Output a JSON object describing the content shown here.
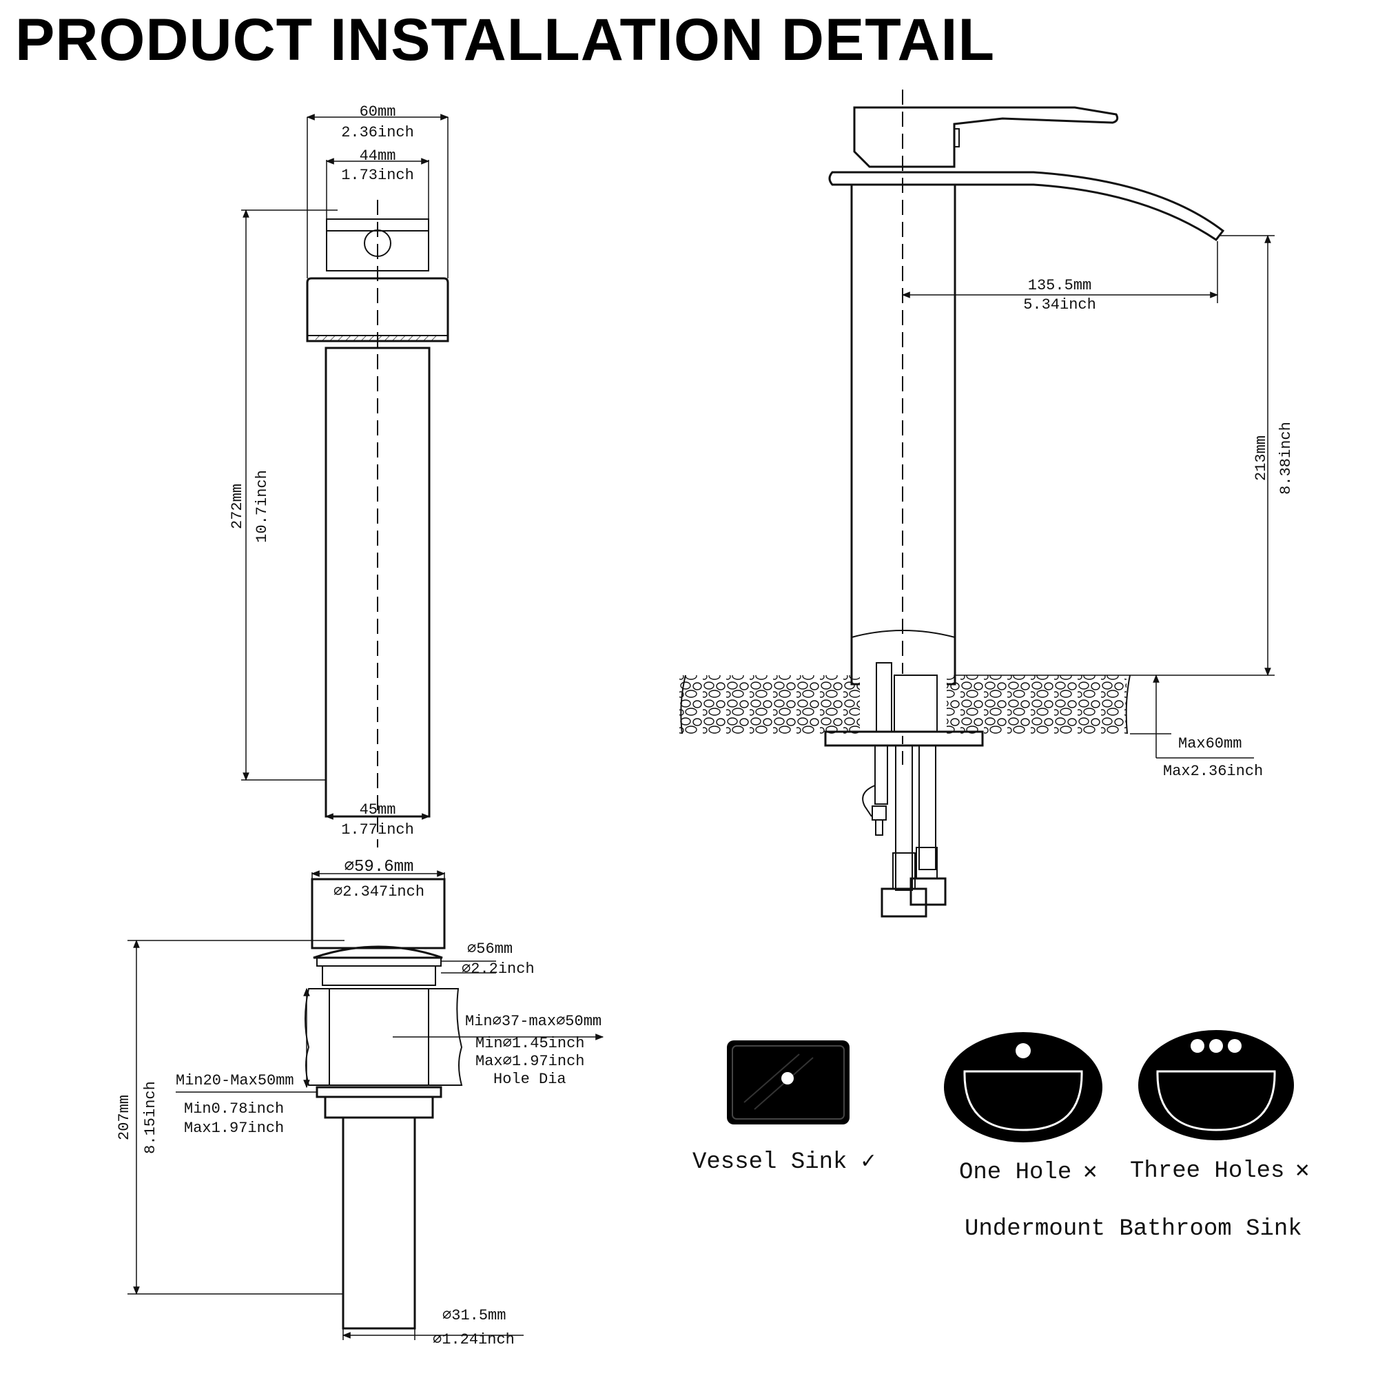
{
  "title": "PRODUCT INSTALLATION DETAIL",
  "handle_view": {
    "top_width_mm": "60mm",
    "top_width_in": "2.36inch",
    "inner_width_mm": "44mm",
    "inner_width_in": "1.73inch",
    "height_mm": "272mm",
    "height_in": "10.7inch",
    "base_width_mm": "45mm",
    "base_width_in": "1.77inch"
  },
  "drain_view": {
    "cap_dia_mm": "⌀59.6mm",
    "cap_dia_in": "⌀2.347inch",
    "flange_dia_mm": "⌀56mm",
    "flange_dia_in": "⌀2.2inch",
    "hole_mm": "Min⌀37-max⌀50mm",
    "hole_min_in": "Min⌀1.45inch",
    "hole_max_in": "Max⌀1.97inch",
    "hole_label": "Hole Dia",
    "thick_mm": "Min20-Max50mm",
    "thick_min_in": "Min0.78inch",
    "thick_max_in": "Max1.97inch",
    "height_mm": "207mm",
    "height_in": "8.15inch",
    "pipe_dia_mm": "⌀31.5mm",
    "pipe_dia_in": "⌀1.24inch"
  },
  "faucet_view": {
    "reach_mm": "135.5mm",
    "reach_in": "5.34inch",
    "spout_height_mm": "213mm",
    "spout_height_in": "8.38inch",
    "deck_mm": "Max60mm",
    "deck_in": "Max2.36inch"
  },
  "sinks": [
    {
      "label": "Vessel Sink",
      "mark": "✓",
      "mark_icon": "check-icon"
    },
    {
      "label": "One Hole",
      "mark": "✕",
      "mark_icon": "cross-icon"
    },
    {
      "label": "Three Holes",
      "mark": "✕",
      "mark_icon": "cross-icon"
    }
  ],
  "undermount_label": "Undermount Bathroom Sink"
}
